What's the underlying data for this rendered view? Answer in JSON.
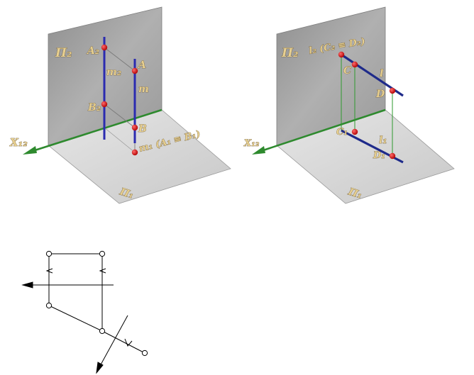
{
  "left_figure": {
    "plane_v": "Π₂",
    "plane_h": "Π₁",
    "axis": "X₁₂",
    "label_A2": "A₂",
    "label_A": "A",
    "label_m2": "m₂",
    "label_m": "m",
    "label_B2": "B₂",
    "label_B": "B",
    "label_m1": "m₁ (A₁ ≡ B₁)"
  },
  "right_figure": {
    "plane_v": "Π₂",
    "plane_h": "Π₁",
    "axis": "X₁₂",
    "label_l2": "l₂ (C₂ ≡ D₂)",
    "label_C": "C",
    "label_l": "l",
    "label_D": "D",
    "label_C1": "C₁",
    "label_l1": "l₁",
    "label_D1": "D₁"
  },
  "colors": {
    "vertical_plane": "#a9a9a9",
    "horizontal_plane": "#d7d7d7",
    "axis": "#2e8a2e",
    "line": "#2b2bb0",
    "point": "#cc1010",
    "projector": "#2e9a2e"
  }
}
